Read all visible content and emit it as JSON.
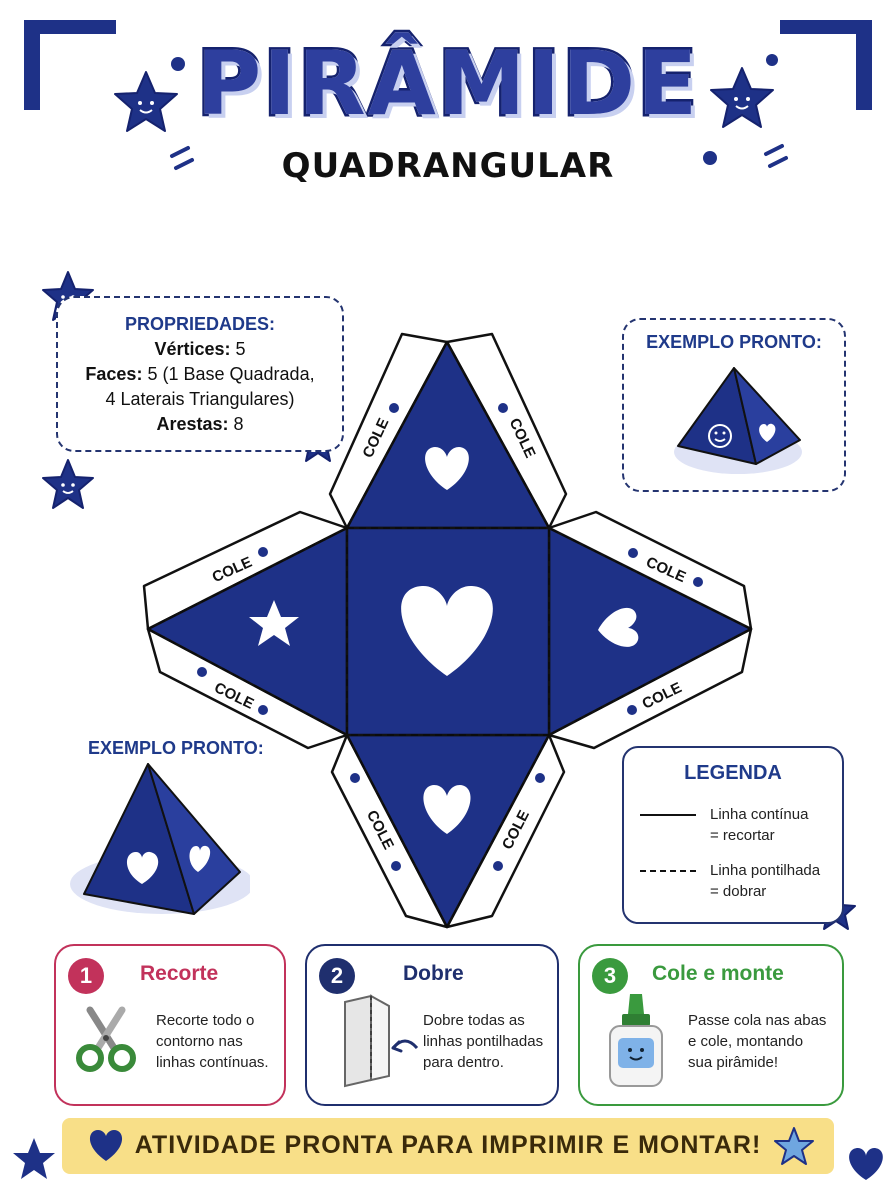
{
  "header": {
    "title": "PIRÂMIDE",
    "subtitle": "QUADRANGULAR"
  },
  "properties": {
    "heading": "PROPRIEDADES:",
    "vertices_label": "Vértices:",
    "vertices_value": "5",
    "faces_label": "Faces:",
    "faces_value": "5 (1 Base Quadrada,",
    "faces_value_2": "4 Laterais Triangulares)",
    "edges_label": "Arestas:",
    "edges_value": "8"
  },
  "example_top": {
    "title": "EXEMPLO PRONTO:"
  },
  "example_left": {
    "title": "EXEMPLO PRONTO:"
  },
  "net": {
    "tab_label": "COLE"
  },
  "legend": {
    "title": "LEGENDA",
    "solid_line_1": "Linha contínua",
    "solid_line_2": "= recortar",
    "dashed_line_1": "Linha pontilhada",
    "dashed_line_2": "= dobrar"
  },
  "steps": [
    {
      "num": "1",
      "title": "Recorte",
      "line1": "Recorte todo o",
      "line2": "contorno nas",
      "line3": "linhas contínuas.",
      "color": "#c2325b"
    },
    {
      "num": "2",
      "title": "Dobre",
      "line1": "Dobre todas as",
      "line2": "linhas pontilhadas",
      "line3": "para dentro.",
      "color": "#1f2f6e"
    },
    {
      "num": "3",
      "title": "Cole e monte",
      "line1": "Passe cola nas abas",
      "line2": "e cole, montando",
      "line3": "sua pirâmide!",
      "color": "#3a9a3e"
    }
  ],
  "banner": {
    "text": "ATIVIDADE PRONTA PARA IMPRIMIR E MONTAR!"
  },
  "colors": {
    "navy": "#1e3187",
    "dark_navy": "#15226e",
    "banner": "#f8df88"
  }
}
